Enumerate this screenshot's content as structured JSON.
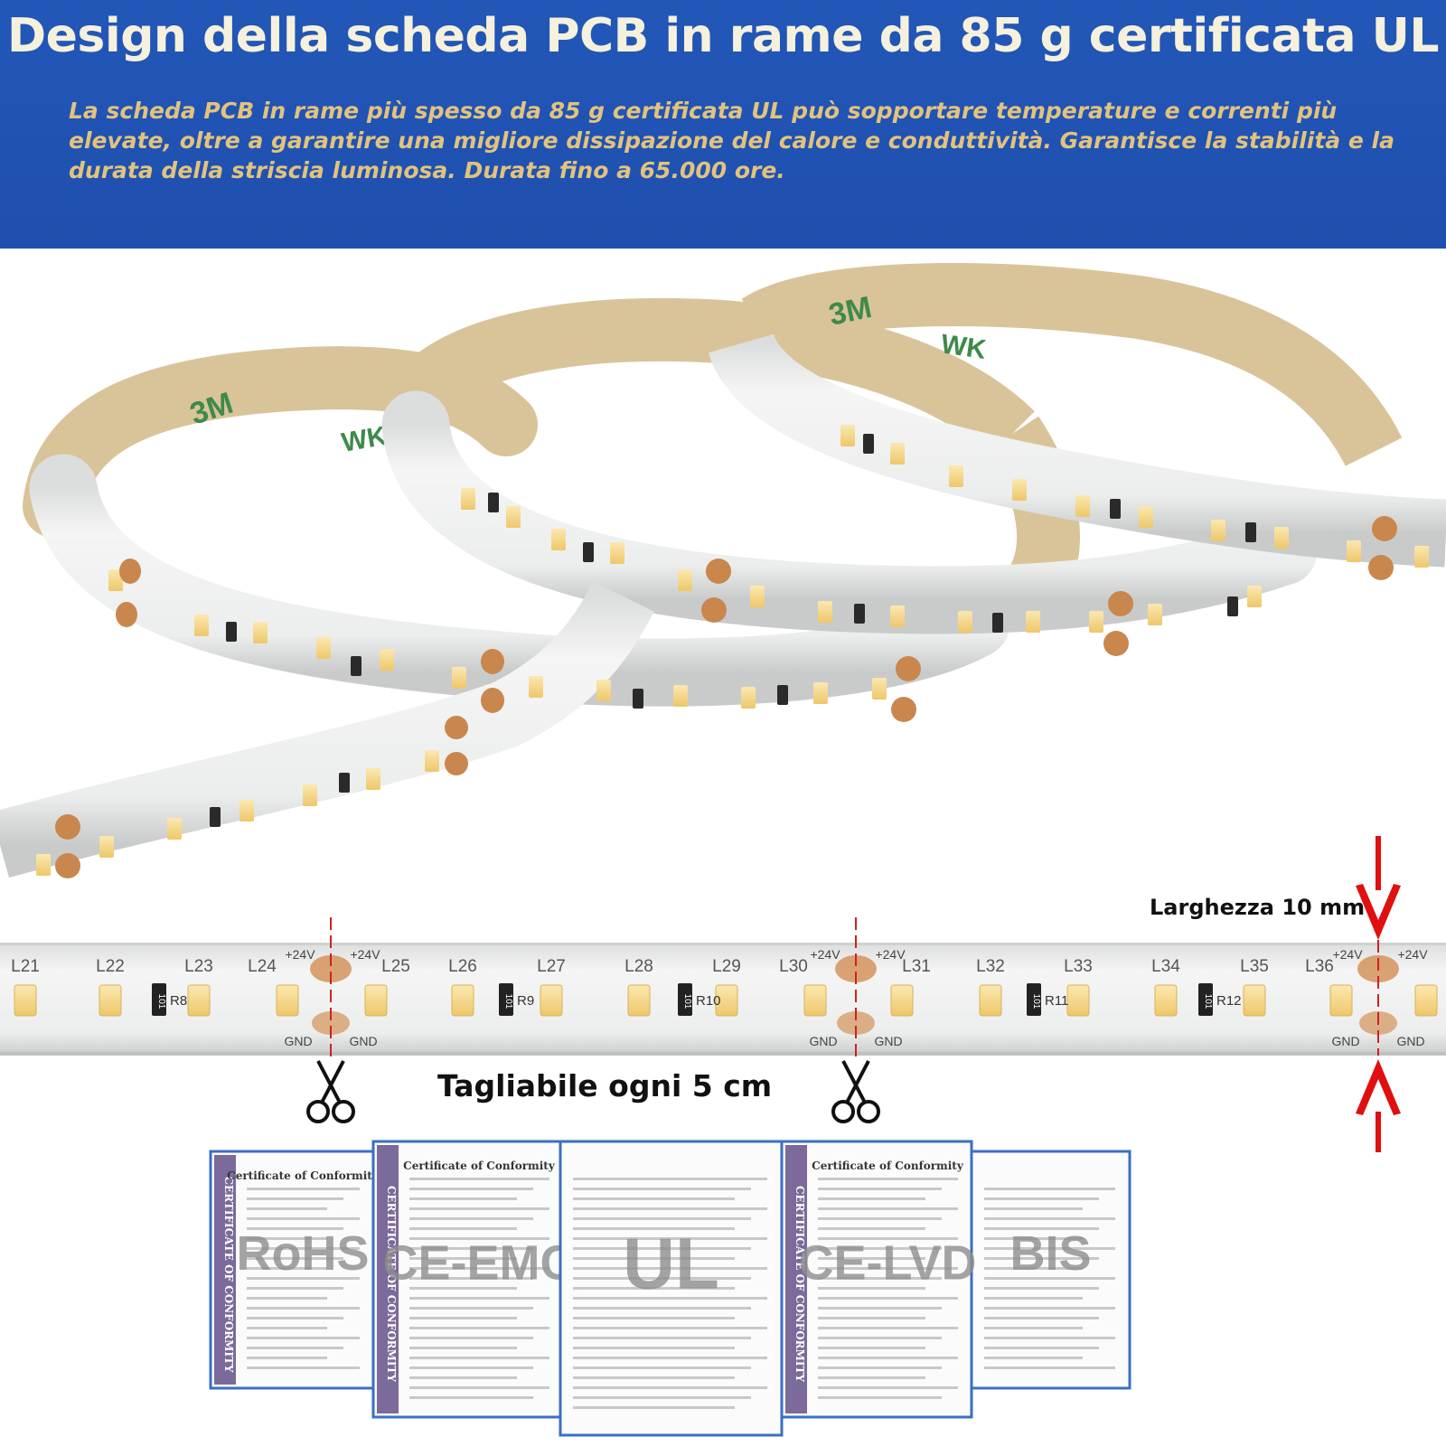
{
  "banner": {
    "title": "Design della scheda PCB in rame da 85 g certificata UL",
    "description": "La scheda PCB in rame più spesso da 85 g certificata UL può sopportare temperature e correnti più elevate, oltre a garantire una migliore dissipazione del calore e conduttività. Garantisce la stabilità e la durata della striscia luminosa. Durata fino a 65.000 ore.",
    "background_color": "#1f4fae",
    "title_color": "#f6f1dc",
    "description_color": "#e2c37e"
  },
  "labels": {
    "width": "Larghezza 10 mm",
    "cut": "Tagliabile ogni 5 cm"
  },
  "strip": {
    "led_labels": [
      "L21",
      "L22",
      "L23",
      "L24",
      "L25",
      "L26",
      "L27",
      "L28",
      "L29",
      "L30",
      "L31",
      "L32",
      "L33",
      "L34",
      "L35",
      "L36"
    ],
    "resistor_labels": [
      "R8",
      "R9",
      "R10",
      "R11",
      "R12"
    ],
    "positive_pad": "+24V",
    "ground_pad": "GND",
    "resistor_marking": "101"
  },
  "certificates": [
    {
      "side": "CERTIFICATE OF CONFORMITY",
      "heading": "Certificate of Conformity",
      "mark": "RoHS"
    },
    {
      "side": "CERTIFICATE OF CONFORMITY",
      "heading": "Certificate of Conformity",
      "mark": "CE-EMC"
    },
    {
      "side": "",
      "heading": "",
      "mark": "UL"
    },
    {
      "side": "CERTIFICATE OF CONFORMITY",
      "heading": "Certificate of Conformity",
      "mark": "CE-LVD"
    },
    {
      "side": "",
      "heading": "",
      "mark": "BIS"
    }
  ],
  "colors": {
    "arrow": "#e01010",
    "cut_line": "#d02020",
    "copper_pad": "#d3935a",
    "led": "#f6d88a",
    "strip": "#eef0ee",
    "adhesive": "#d9c49a",
    "cert_side": "#7b6a9a",
    "cert_border": "#3a6fc2"
  },
  "icons": [
    "scissors-icon",
    "arrow-down-icon",
    "arrow-up-icon"
  ]
}
